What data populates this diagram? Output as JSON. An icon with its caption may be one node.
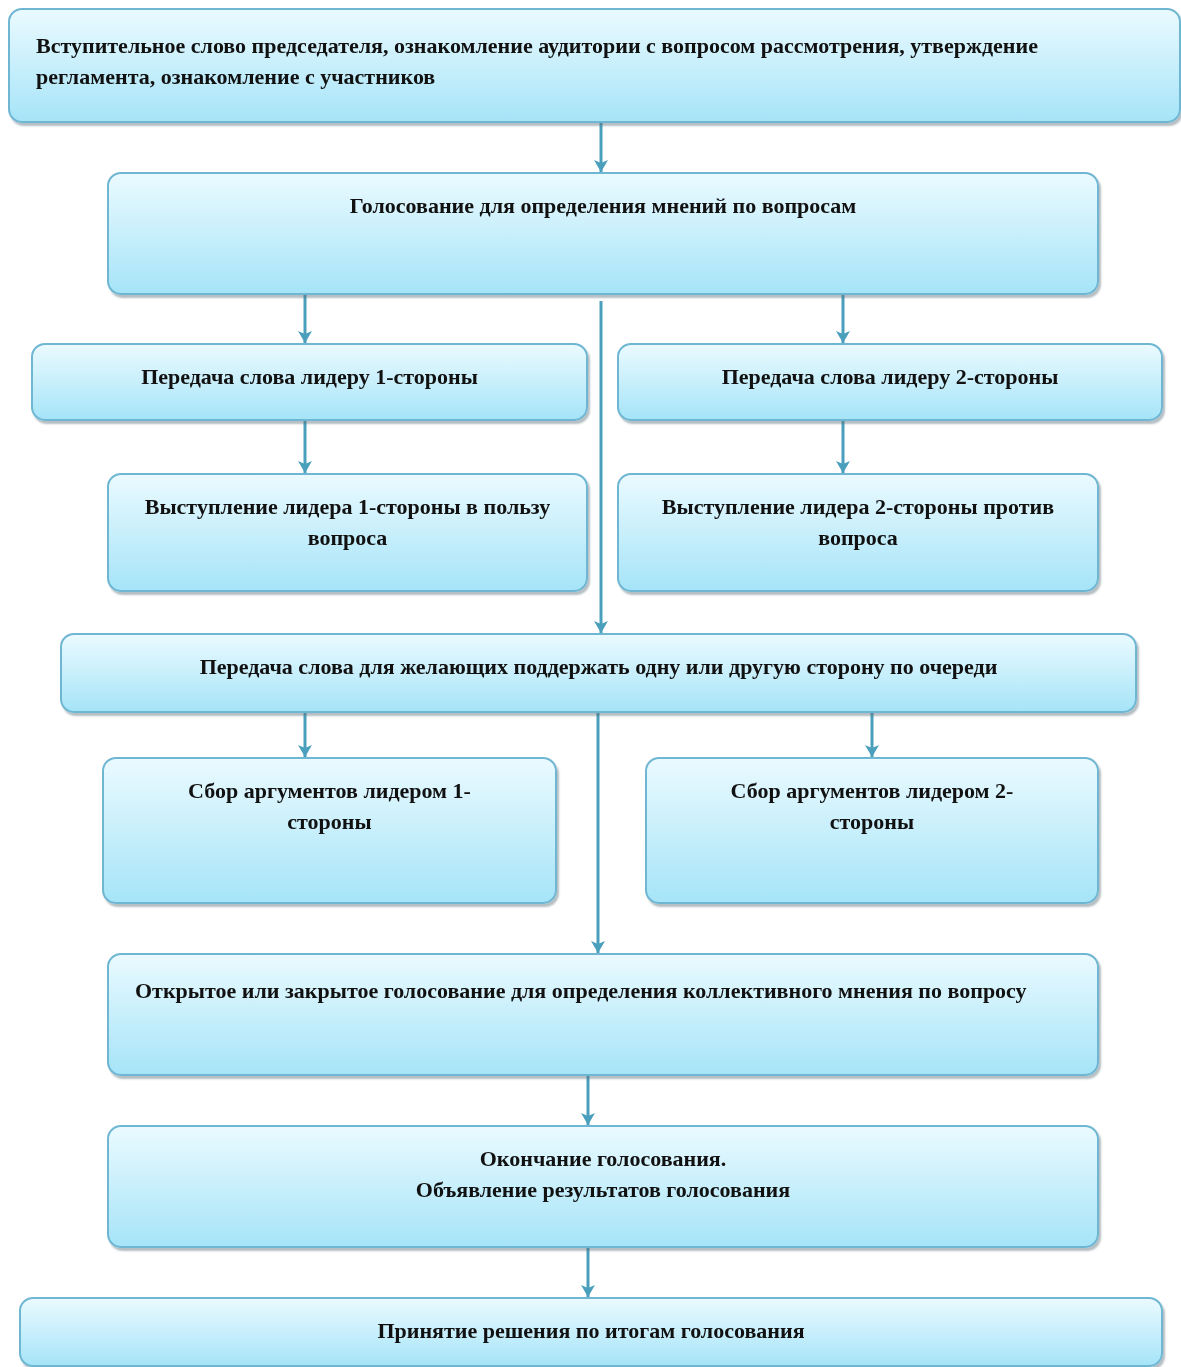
{
  "diagram": {
    "nodes": [
      {
        "text": [
          "Вступительное слово председателя, ознакомление аудитории с вопросом рассмотрения, утверждение регламента, ознакомление с участников"
        ]
      },
      {
        "text": [
          "Голосование для определения мнений по вопросам"
        ]
      },
      {
        "text": [
          "Передача слова лидеру 1-стороны"
        ]
      },
      {
        "text": [
          "Передача слова лидеру 2-стороны"
        ]
      },
      {
        "text": [
          "Выступление лидера 1-стороны в пользу вопроса"
        ]
      },
      {
        "text": [
          "Выступление лидера 2-стороны против вопроса"
        ]
      },
      {
        "text": [
          "Передача слова для желающих поддержать одну или другую сторону по очереди"
        ]
      },
      {
        "text": [
          "Сбор аргументов лидером 1-стороны"
        ]
      },
      {
        "text": [
          "Сбор аргументов лидером 2-стороны"
        ]
      },
      {
        "text": [
          "Открытое или закрытое голосование для определения коллективного мнения по вопросу"
        ]
      },
      {
        "text": [
          "Окончание голосования.",
          "Объявление результатов голосования"
        ]
      },
      {
        "text": [
          "Принятие решения по итогам голосования"
        ]
      }
    ],
    "edges": [
      {
        "from": 0,
        "to": 1,
        "arrow": "to"
      },
      {
        "from": 1,
        "to": 2,
        "arrow": "to"
      },
      {
        "from": 1,
        "to": 3,
        "arrow": "to"
      },
      {
        "from": 1,
        "to": 6,
        "arrow": "to"
      },
      {
        "from": 2,
        "to": 4,
        "arrow": "to"
      },
      {
        "from": 3,
        "to": 5,
        "arrow": "to"
      },
      {
        "from": 6,
        "to": 7,
        "arrow": "to"
      },
      {
        "from": 6,
        "to": 8,
        "arrow": "to"
      },
      {
        "from": 6,
        "to": 9,
        "arrow": "to"
      },
      {
        "from": 9,
        "to": 10,
        "arrow": "to"
      },
      {
        "from": 10,
        "to": 11,
        "arrow": "to"
      }
    ]
  }
}
